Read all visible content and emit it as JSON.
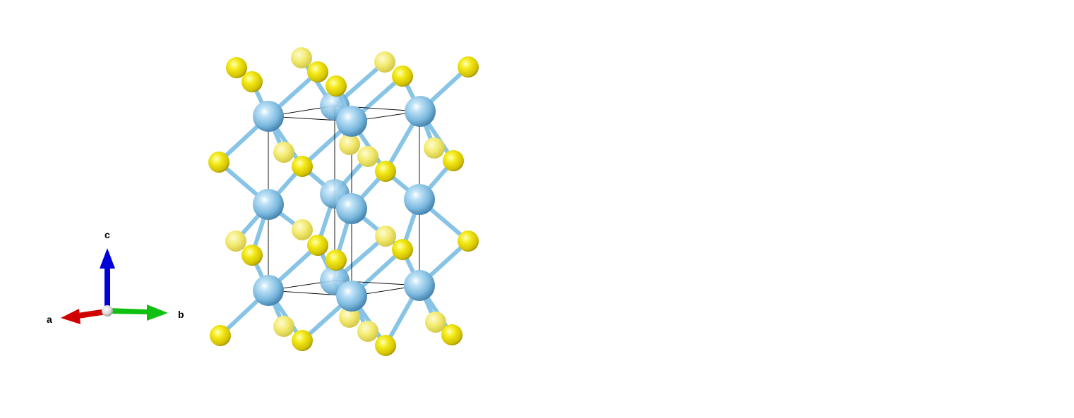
{
  "axes_legend": {
    "labels": {
      "a": "a",
      "b": "b",
      "c": "c"
    },
    "colors": {
      "a": "#d00000",
      "b": "#10c010",
      "c": "#0000d8",
      "origin": "#e0e0e0"
    }
  },
  "structure": {
    "colors": {
      "metal_atom": "#7ab8de",
      "anion_atom": "#f0e400",
      "metal_bond": "#88c4e6",
      "anion_bond": "#f2e62a",
      "unit_cell_edge": "#000000"
    }
  }
}
